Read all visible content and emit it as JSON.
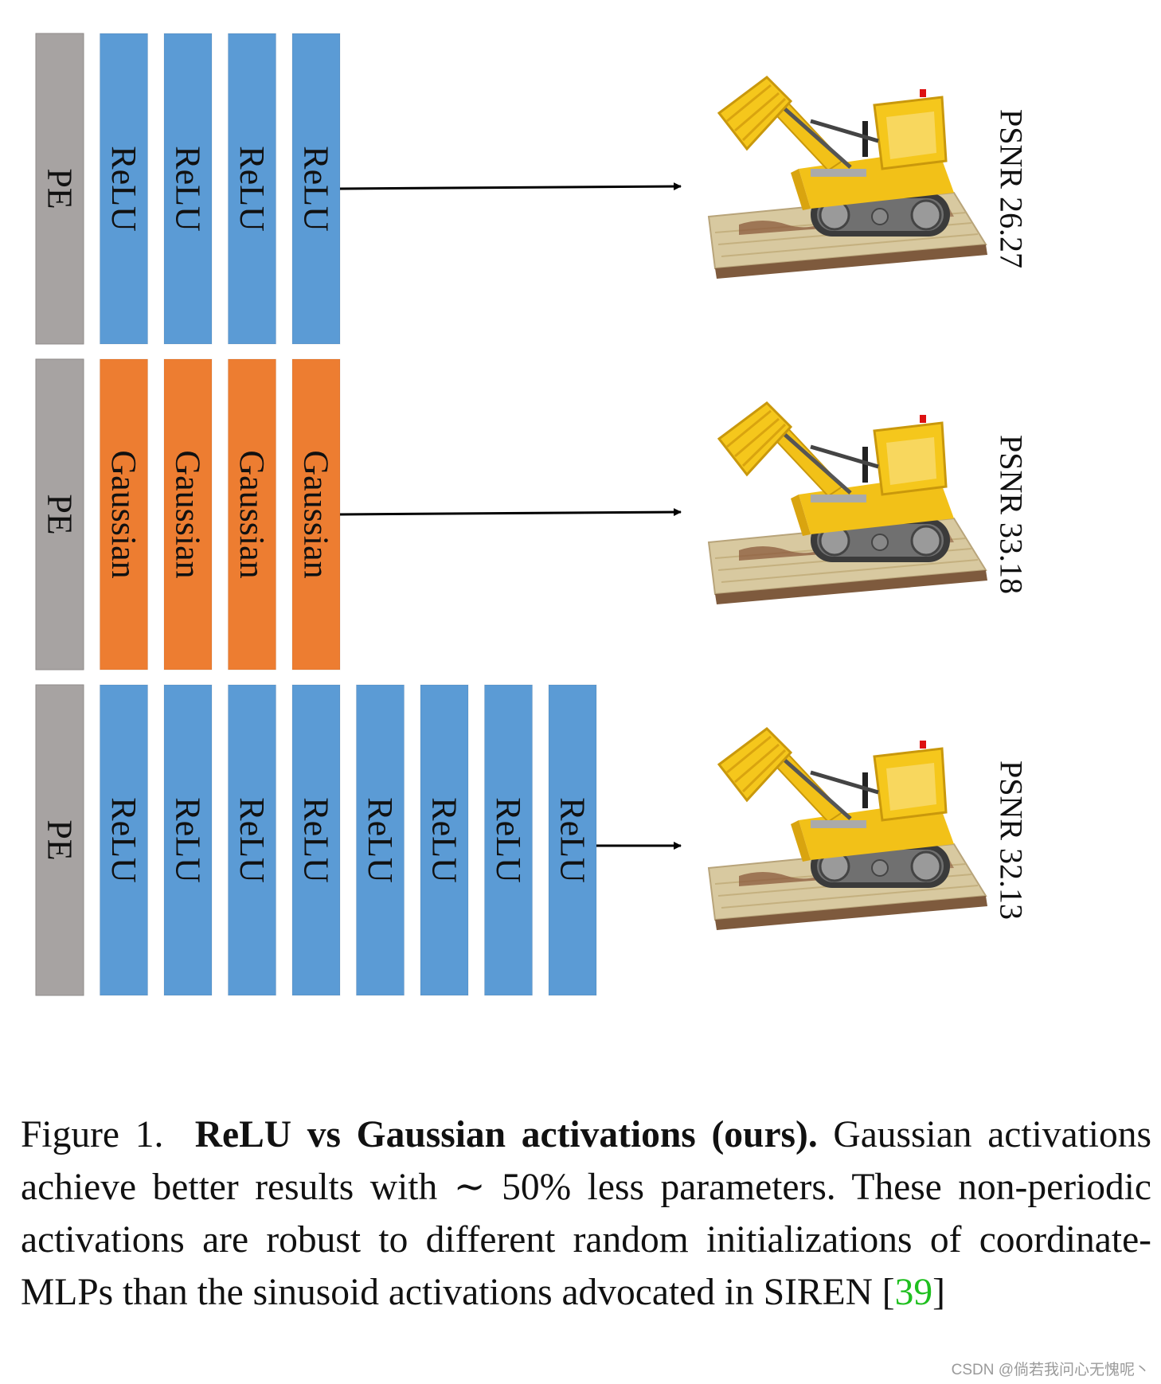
{
  "rows": [
    {
      "layers": [
        "PE",
        "ReLU",
        "ReLU",
        "ReLU",
        "ReLU"
      ],
      "kinds": [
        "pe",
        "relu",
        "relu",
        "relu",
        "relu"
      ],
      "psnr": "PSNR 26.27"
    },
    {
      "layers": [
        "PE",
        "Gaussian",
        "Gaussian",
        "Gaussian",
        "Gaussian"
      ],
      "kinds": [
        "pe",
        "gaussian",
        "gaussian",
        "gaussian",
        "gaussian"
      ],
      "psnr": "PSNR 33.18"
    },
    {
      "layers": [
        "PE",
        "ReLU",
        "ReLU",
        "ReLU",
        "ReLU",
        "ReLU",
        "ReLU",
        "ReLU",
        "ReLU"
      ],
      "kinds": [
        "pe",
        "relu",
        "relu",
        "relu",
        "relu",
        "relu",
        "relu",
        "relu",
        "relu"
      ],
      "psnr": "PSNR 32.13"
    }
  ],
  "colors": {
    "pe": "#a7a3a2",
    "relu": "#5b9bd5",
    "gaussian": "#ed7d31",
    "cite": "#1fbf1f"
  },
  "render_image": "lego-bulldozer-render",
  "caption": {
    "label": "Figure 1.",
    "title": "ReLU vs Gaussian activations (ours).",
    "body_before_cite": "Gaussian activations achieve better results with ∼ 50% less parameters. These non-periodic activations are robust to different random initializations of coordinate-MLPs than the sinusoid activations advocated in SIREN [",
    "cite": "39",
    "body_after_cite": "]"
  },
  "watermark": "CSDN @倘若我问心无愧呢丶"
}
